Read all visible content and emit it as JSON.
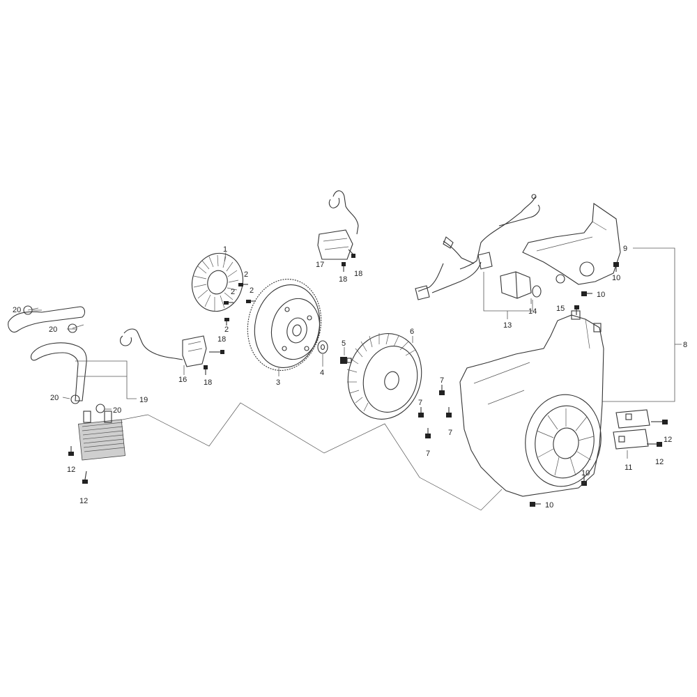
{
  "callouts": [
    {
      "id": "c1",
      "text": "1"
    },
    {
      "id": "c2a",
      "text": "2"
    },
    {
      "id": "c2b",
      "text": "2"
    },
    {
      "id": "c2c",
      "text": "2"
    },
    {
      "id": "c2d",
      "text": "2"
    },
    {
      "id": "c3",
      "text": "3"
    },
    {
      "id": "c4",
      "text": "4"
    },
    {
      "id": "c5",
      "text": "5"
    },
    {
      "id": "c6",
      "text": "6"
    },
    {
      "id": "c7a",
      "text": "7"
    },
    {
      "id": "c7b",
      "text": "7"
    },
    {
      "id": "c7c",
      "text": "7"
    },
    {
      "id": "c7d",
      "text": "7"
    },
    {
      "id": "c8",
      "text": "8"
    },
    {
      "id": "c9",
      "text": "9"
    },
    {
      "id": "c10a",
      "text": "10"
    },
    {
      "id": "c10b",
      "text": "10"
    },
    {
      "id": "c10c",
      "text": "10"
    },
    {
      "id": "c10d",
      "text": "10"
    },
    {
      "id": "c11",
      "text": "11"
    },
    {
      "id": "c12a",
      "text": "12"
    },
    {
      "id": "c12b",
      "text": "12"
    },
    {
      "id": "c12c",
      "text": "12"
    },
    {
      "id": "c12d",
      "text": "12"
    },
    {
      "id": "c13",
      "text": "13"
    },
    {
      "id": "c14",
      "text": "14"
    },
    {
      "id": "c15",
      "text": "15"
    },
    {
      "id": "c16",
      "text": "16"
    },
    {
      "id": "c17",
      "text": "17"
    },
    {
      "id": "c18a",
      "text": "18"
    },
    {
      "id": "c18b",
      "text": "18"
    },
    {
      "id": "c18c",
      "text": "18"
    },
    {
      "id": "c18d",
      "text": "18"
    },
    {
      "id": "c19",
      "text": "19"
    },
    {
      "id": "c20a",
      "text": "20"
    },
    {
      "id": "c20b",
      "text": "20"
    },
    {
      "id": "c20c",
      "text": "20"
    },
    {
      "id": "c20d",
      "text": "20"
    }
  ]
}
